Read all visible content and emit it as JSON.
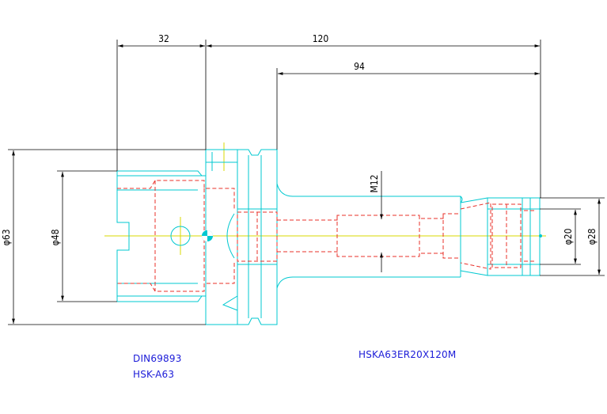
{
  "drawing": {
    "dimensions": {
      "top_left": "32",
      "top_total": "120",
      "top_mid": "94",
      "thread": "M12",
      "dia_outer": "φ63",
      "dia_flange": "φ48",
      "dia_collet": "φ20",
      "dia_nut": "φ28"
    },
    "notes": {
      "standard": "DIN69893",
      "taper": "HSK-A63",
      "part_number": "HSKA63ER20X120M"
    },
    "colors": {
      "outline": "#00c8d0",
      "hidden": "#e8302a",
      "centerline": "#d8d800",
      "dimension": "#000000",
      "note_text": "#1b1bd8"
    }
  }
}
